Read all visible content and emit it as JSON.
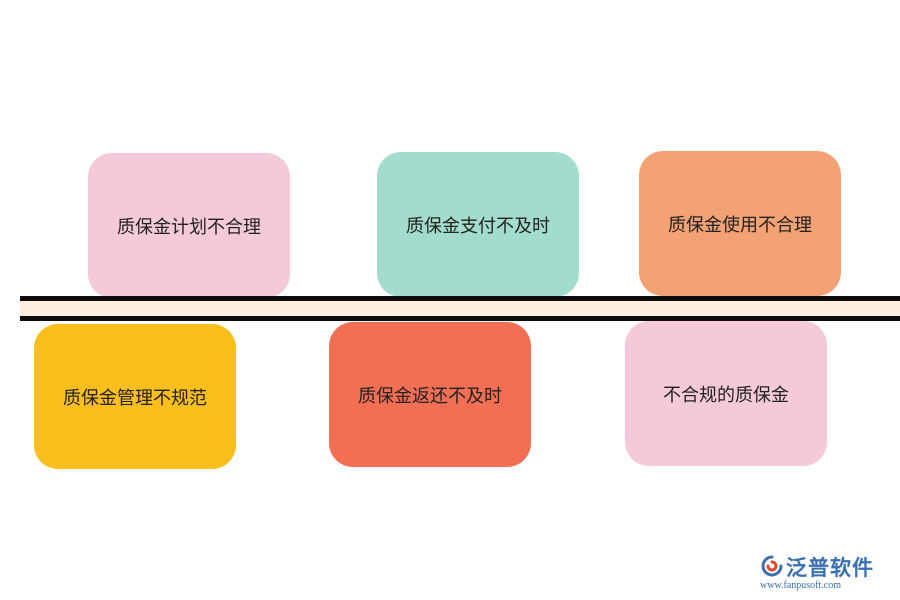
{
  "boxes": [
    {
      "label": "质保金计划不合理",
      "color": "#f4cada"
    },
    {
      "label": "质保金支付不及时",
      "color": "#a2dccd"
    },
    {
      "label": "质保金使用不合理",
      "color": "#f3a373"
    },
    {
      "label": "质保金管理不规范",
      "color": "#fbbf1d"
    },
    {
      "label": "质保金返还不及时",
      "color": "#f36f53"
    },
    {
      "label": "不合规的质保金",
      "color": "#f4cada"
    }
  ],
  "logo": {
    "name": "泛普软件",
    "url": "www.fanpusoft.com"
  }
}
